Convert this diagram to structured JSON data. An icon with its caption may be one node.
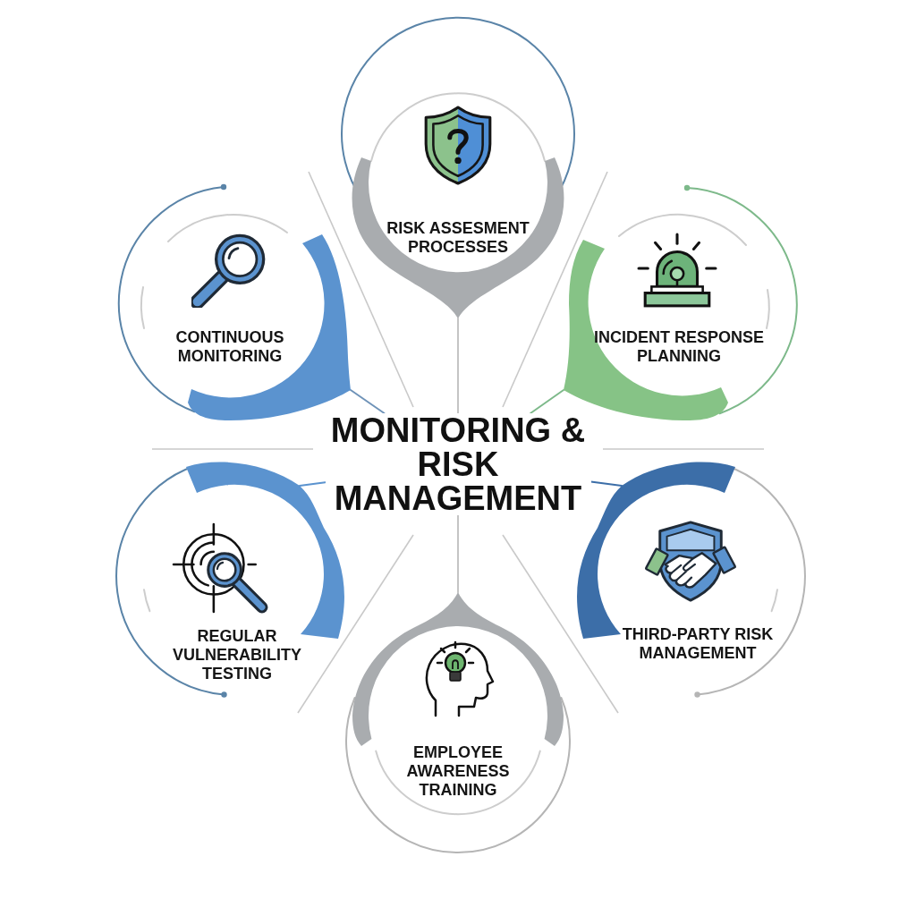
{
  "diagram": {
    "nodes": [
      {
        "text": [
          "RISK ASSESMENT PROCESSES"
        ]
      },
      {
        "text": [
          "CONTINUOUS MONITORING"
        ]
      },
      {
        "text": [
          "INCIDENT RESPONSE PLANNING"
        ]
      },
      {
        "text": [
          "MONITORING & RISK MANAGEMENT"
        ]
      },
      {
        "text": [
          "REGULAR VULNERABILITY TESTING"
        ]
      },
      {
        "text": [
          "THIRD-PARTY RISK MANAGEMENT"
        ]
      },
      {
        "text": [
          "EMPLOYEE AWARENESS TRAINING"
        ]
      }
    ],
    "edges": [
      {
        "from": 0,
        "to": 3,
        "arrow": "none"
      },
      {
        "from": 1,
        "to": 3,
        "arrow": "none",
        "color": "#6f93b8"
      },
      {
        "from": 2,
        "to": 3,
        "arrow": "none",
        "color": "#7db98a"
      },
      {
        "from": 4,
        "to": 3,
        "arrow": "none",
        "color": "#5b93cf"
      },
      {
        "from": 5,
        "to": 3,
        "arrow": "none",
        "color": "#3c6ea8"
      },
      {
        "from": 6,
        "to": 3,
        "arrow": "none"
      }
    ]
  }
}
